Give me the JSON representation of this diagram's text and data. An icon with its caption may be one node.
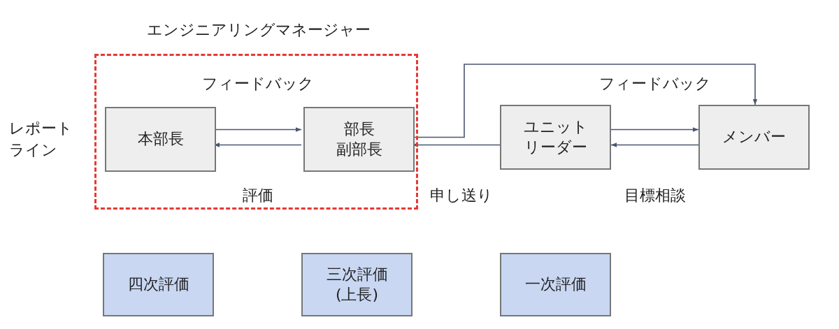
{
  "diagram": {
    "nodes": [
      {
        "text": [
          "エンジニアリングマネージャー"
        ]
      },
      {
        "text": [
          "本部長"
        ],
        "in": 0
      },
      {
        "text": [
          "部長",
          "副部長"
        ],
        "in": 0
      },
      {
        "text": [
          "ユニットリーダー"
        ]
      },
      {
        "text": [
          "メンバー"
        ]
      },
      {
        "text": [
          "四次評価"
        ]
      },
      {
        "text": [
          "三次評価(上長)"
        ]
      },
      {
        "text": [
          "一次評価"
        ]
      }
    ],
    "edges": [
      {
        "from": 1,
        "to": 2,
        "arrow": "to",
        "label": "フィードバック"
      },
      {
        "from": 2,
        "to": 1,
        "arrow": "to",
        "label": "評価"
      },
      {
        "from": 3,
        "to": 2,
        "arrow": "to",
        "label": "申し送り"
      },
      {
        "from": 2,
        "to": 4,
        "arrow": "to"
      },
      {
        "from": 3,
        "to": 4,
        "arrow": "to",
        "label": "フィードバック"
      },
      {
        "from": 4,
        "to": 3,
        "arrow": "to",
        "label": "目標相談"
      }
    ],
    "labels": [
      "レポートライン"
    ]
  }
}
